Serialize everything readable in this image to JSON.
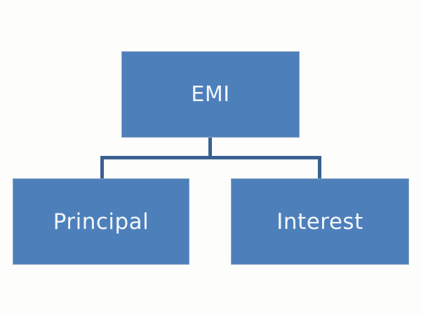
{
  "colors": {
    "page-bg": "#fdfdfb",
    "node-fill": "#4d80bb",
    "node-edge": "#8aa3c4",
    "node-text": "#f3f6fa",
    "connector": "#38618f"
  },
  "diagram": {
    "type": "org-chart",
    "nodes": [
      {
        "id": "emi",
        "label": "EMI"
      },
      {
        "id": "principal",
        "label": "Principal"
      },
      {
        "id": "interest",
        "label": "Interest"
      }
    ],
    "edges": [
      {
        "from": "emi",
        "to": "principal"
      },
      {
        "from": "emi",
        "to": "interest"
      }
    ]
  }
}
